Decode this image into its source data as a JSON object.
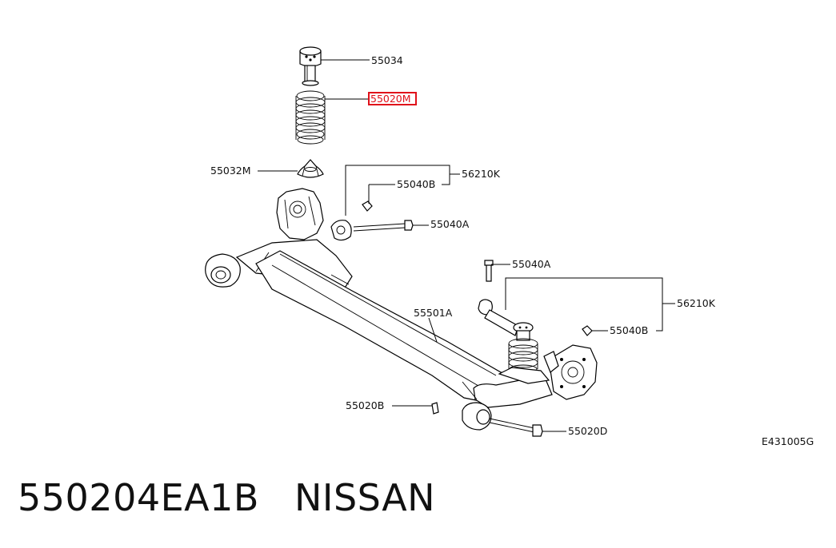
{
  "callouts": {
    "c55034": "55034",
    "c55020M": "55020M",
    "c55032M": "55032M",
    "c55040B_top": "55040B",
    "c56210K_top": "56210K",
    "c55040A_top": "55040A",
    "c55040A_right": "55040A",
    "c56210K_right": "56210K",
    "c55040B_right": "55040B",
    "c55501A": "55501A",
    "c55020B": "55020B",
    "c55020D": "55020D"
  },
  "diagram_code": "E431005G",
  "caption": {
    "part_number": "550204EA1B",
    "brand": "NISSAN"
  },
  "highlight_color": "#e0101a"
}
